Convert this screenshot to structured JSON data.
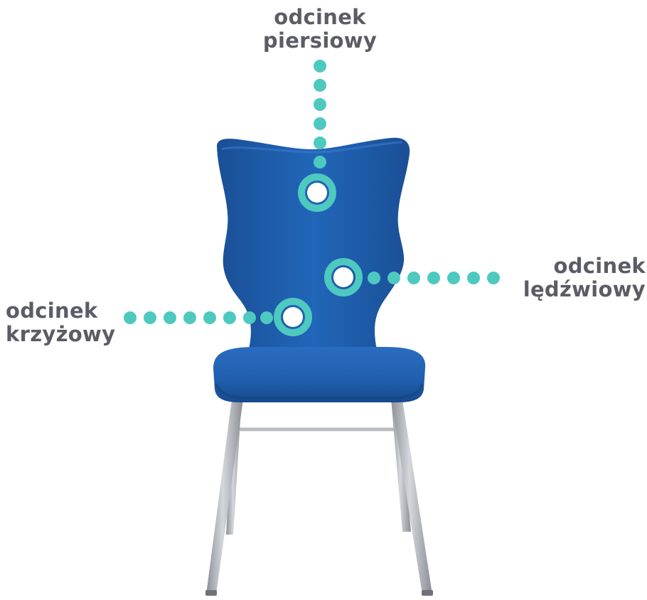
{
  "labels": {
    "thoracic": {
      "line1": "odcinek",
      "line2": "piersiowy"
    },
    "lumbar": {
      "line1": "odcinek",
      "line2": "lędźwiowy"
    },
    "sacral": {
      "line1": "odcinek",
      "line2": "krzyżowy"
    }
  },
  "colors": {
    "chair_blue": "#1f5fae",
    "chair_blue_dark": "#17498a",
    "marker_teal": "#4ec9c0",
    "leg_silver": "#a8acb2",
    "label_gray": "#5c5c66"
  }
}
